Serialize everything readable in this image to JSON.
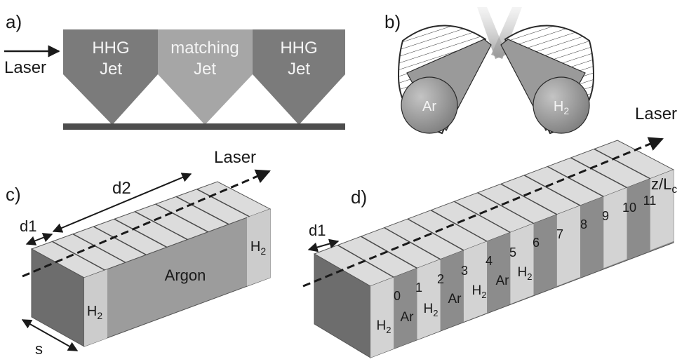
{
  "panel_a": {
    "letter": "a)",
    "laser": "Laser",
    "jets": [
      {
        "line1": "HHG",
        "line2": "Jet"
      },
      {
        "line1": "matching",
        "line2": "Jet"
      },
      {
        "line1": "HHG",
        "line2": "Jet"
      }
    ]
  },
  "panel_b": {
    "letter": "b)",
    "left_gas": "Ar",
    "right_gas_main": "H",
    "right_gas_sub": "2"
  },
  "panel_c": {
    "letter": "c)",
    "laser": "Laser",
    "d1": "d1",
    "d2": "d2",
    "s": "s",
    "argon": "Argon",
    "h2_main": "H",
    "h2_sub": "2"
  },
  "panel_d": {
    "letter": "d)",
    "laser": "Laser",
    "d1": "d1",
    "axis_main": "z/L",
    "axis_sub": "c",
    "indices": [
      "0",
      "1",
      "2",
      "3",
      "4",
      "5",
      "6",
      "7",
      "8",
      "9",
      "10",
      "11"
    ],
    "gases": [
      "H2",
      "Ar",
      "H2",
      "Ar",
      "H2",
      "Ar",
      "H2"
    ]
  },
  "colors": {
    "dark": "#6d6d6d",
    "mid": "#9b9b9b",
    "light": "#c9c9c9",
    "outline": "#2a2a2a"
  }
}
